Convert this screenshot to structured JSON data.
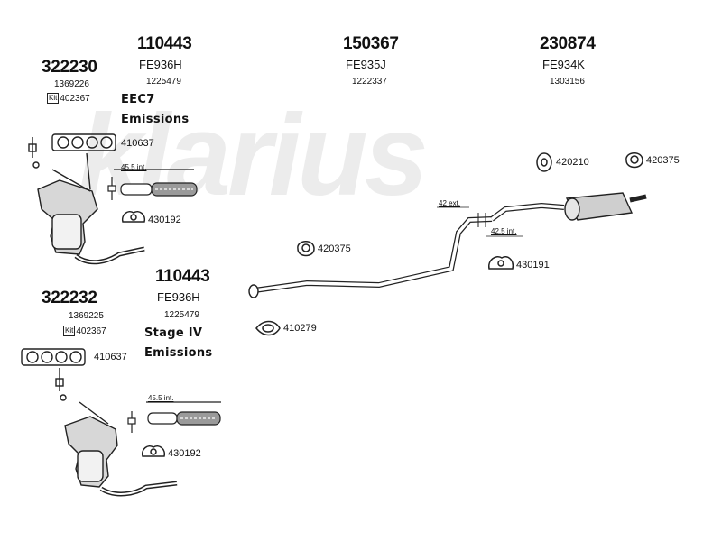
{
  "watermark": "klarius",
  "groups": {
    "g1": {
      "number": "322230",
      "code": "1369226",
      "kit_icon": "Kit",
      "kit": "402367",
      "note_line1": "EEC7",
      "note_line2": "Emissions"
    },
    "g2": {
      "number": "110443",
      "model": "FE936H",
      "code": "1225479"
    },
    "g3": {
      "number": "150367",
      "model": "FE935J",
      "code": "1222337"
    },
    "g4": {
      "number": "230874",
      "model": "FE934K",
      "code": "1303156"
    },
    "g5": {
      "number": "322232",
      "code": "1369225",
      "kit_icon": "Kit",
      "kit": "402367"
    },
    "g6": {
      "number": "110443",
      "model": "FE936H",
      "code": "1225479",
      "note_line1": "Stage IV",
      "note_line2": "Emissions"
    }
  },
  "parts": {
    "p410637_top": "410637",
    "p430192_top": "430192",
    "p420210": "420210",
    "p420375_right": "420375",
    "p420375_mid": "420375",
    "p430191": "430191",
    "p410279": "410279",
    "p410637_bottom": "410637",
    "p430192_bottom": "430192"
  },
  "dimensions": {
    "d_top": "45.5 int.",
    "d_bottom": "45.5 int.",
    "d_ext": "42 ext.",
    "d_int": "42.5 int."
  }
}
